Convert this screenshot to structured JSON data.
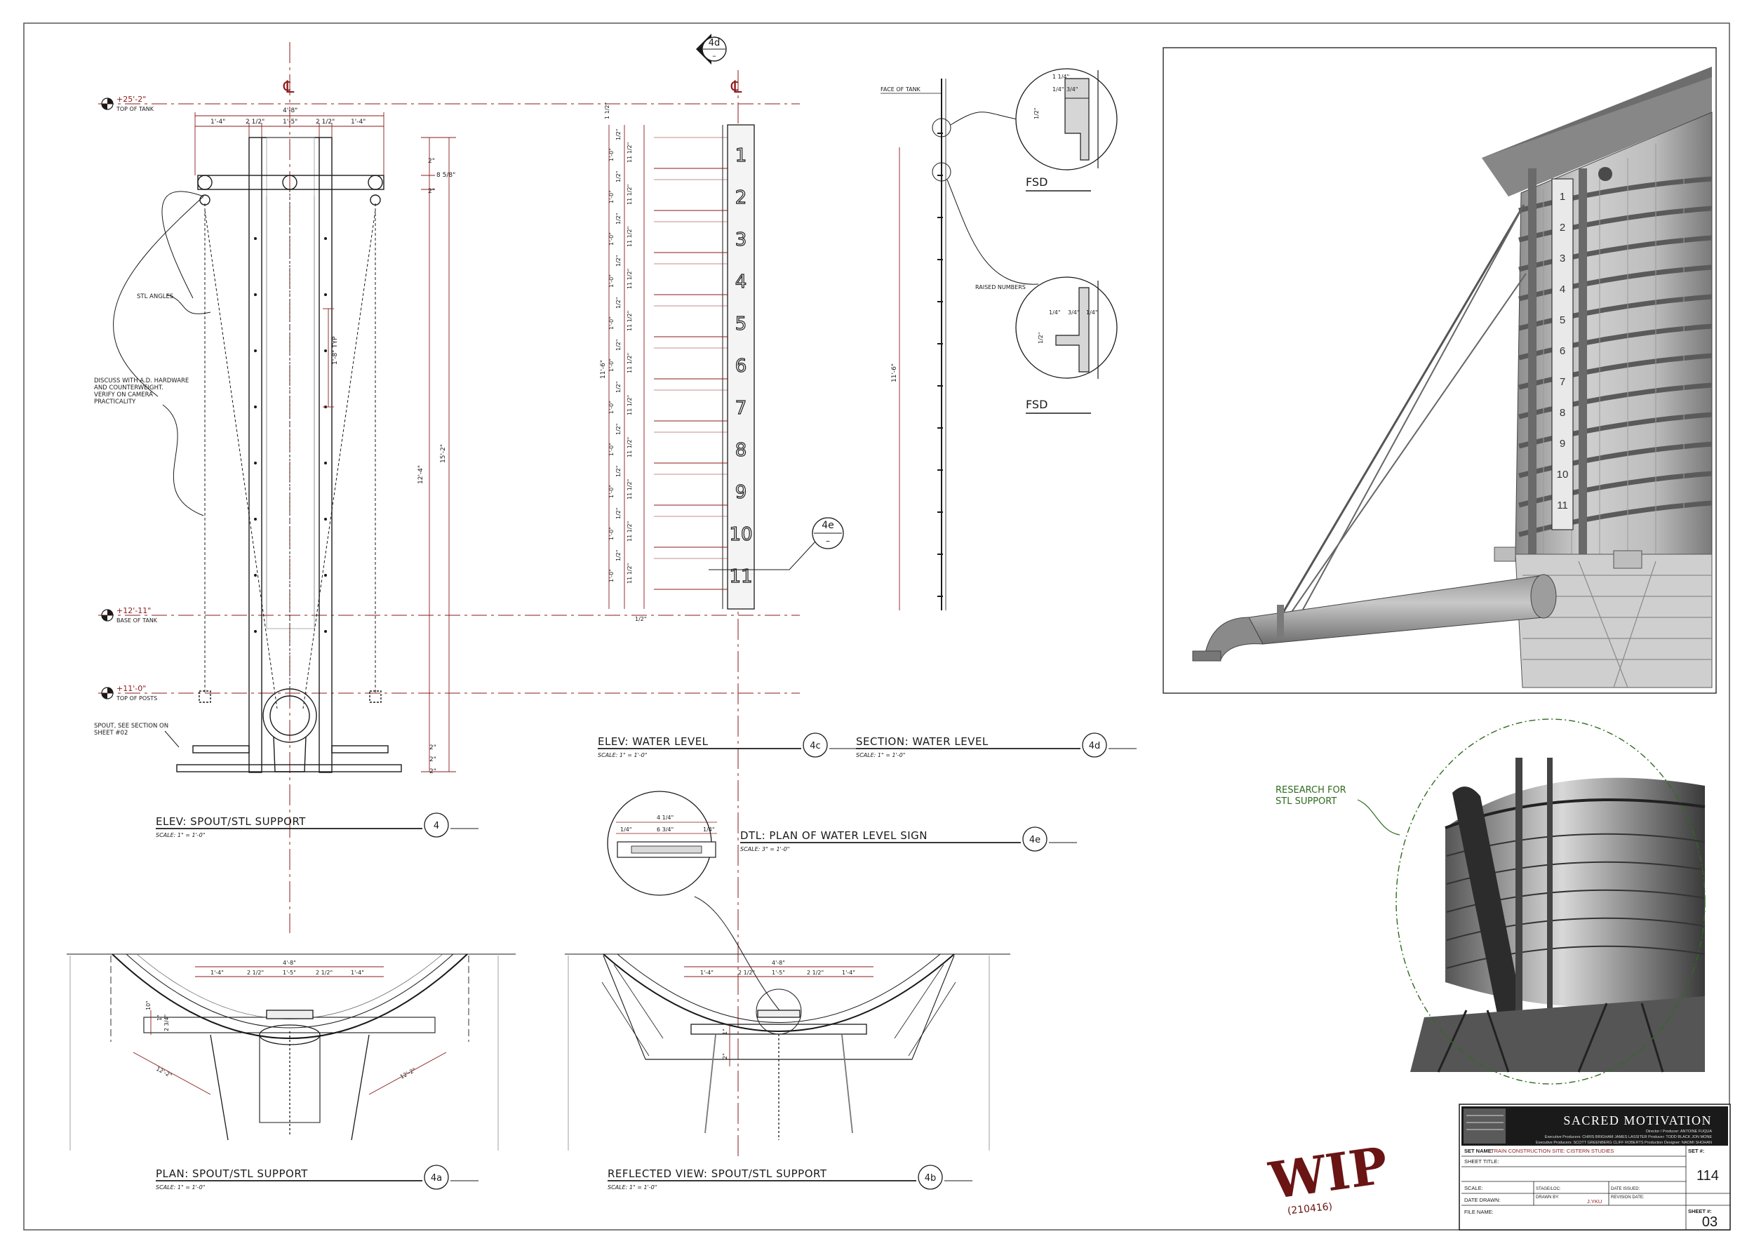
{
  "colors": {
    "ink": "#1a1a1a",
    "dim": "#8b1a1a",
    "green": "#2f6b1f",
    "wip": "#6a1414",
    "paper": "#ffffff",
    "photo_bg": "#d9d9d9"
  },
  "levels": {
    "top_tank": {
      "elev": "+25'-2\"",
      "label": "TOP OF TANK"
    },
    "base_tank": {
      "elev": "+12'-11\"",
      "label": "BASE OF TANK"
    },
    "top_posts": {
      "elev": "+11'-0\"",
      "label": "TOP OF POSTS"
    }
  },
  "cl_symbol": "℄",
  "elev4": {
    "top_dims": [
      "4'-8\"",
      "1'-4\"",
      "2 1/2\"",
      "1'-5\"",
      "2 1/2\"",
      "1'-4\""
    ],
    "right_dims": [
      "2\"",
      "8 5/8\"",
      "2\"",
      "12'-4\"",
      "15'-2\"",
      "2\"",
      "2\"",
      "2\""
    ],
    "typ": "1'-8\" TYP",
    "note_angles": "STL ANGLES",
    "note_discuss": [
      "DISCUSS WITH A.D. HARDWARE",
      "AND COUNTERWEIGHT.",
      "VERIFY ON CAMERA",
      "PRACTICALITY"
    ],
    "note_spout": [
      "SPOUT, SEE SECTION ON",
      "SHEET #02"
    ]
  },
  "elev4c": {
    "numbers": [
      "1",
      "2",
      "3",
      "4",
      "5",
      "6",
      "7",
      "8",
      "9",
      "10",
      "11"
    ],
    "left_dim": "11'-6\"",
    "top_dim": "1 1/2\"",
    "bottom_dim": "1/2\"",
    "foot": "1'-0\"",
    "inch": "11 1/2\"",
    "callout_num": "4e",
    "callout_sub": "–"
  },
  "sect4d": {
    "face_label": "FACE OF TANK",
    "height_dim": "11'-6\"",
    "callout_top": "4d",
    "callout_top_sub": "–"
  },
  "fsd1": {
    "label": "FSD",
    "dims": [
      "1 1/4\"",
      "3/4\"",
      "1/4\"",
      "1/2\""
    ]
  },
  "fsd2": {
    "label": "FSD",
    "note": "RAISED NUMBERS",
    "dims": [
      "1/4\"",
      "3/4\"",
      "1/4\"",
      "1/2\""
    ]
  },
  "detail4e_circle": {
    "dims": [
      "4 1/4\"",
      "1/4\"",
      "6 3/4\"",
      "1/4\""
    ]
  },
  "plan_dims": {
    "overall": "4'-8\"",
    "parts": [
      "1'-4\"",
      "2 1/2\"",
      "1'-5\"",
      "2 1/2\"",
      "1'-4\""
    ],
    "diag": "12'-2\"",
    "left_v": [
      "10\"",
      "1\"",
      "2 3/4\""
    ]
  },
  "refl_dims": {
    "overall": "4'-8\"",
    "parts": [
      "1'-4\"",
      "2 1/2\"",
      "1'-5\"",
      "2 1/2\"",
      "1'-4\""
    ],
    "left_v": [
      "1\"",
      "2\""
    ]
  },
  "titles": [
    {
      "id": "t4",
      "title": "ELEV:  SPOUT/STL SUPPORT",
      "scale": "SCALE:  1\" = 1'-0\"",
      "num": "4"
    },
    {
      "id": "t4c",
      "title": "ELEV:  WATER LEVEL",
      "scale": "SCALE:  1\" = 1'-0\"",
      "num": "4c"
    },
    {
      "id": "t4d",
      "title": "SECTION:  WATER LEVEL",
      "scale": "SCALE:  1\" = 1'-0\"",
      "num": "4d"
    },
    {
      "id": "t4e",
      "title": "DTL: PLAN OF WATER LEVEL SIGN",
      "scale": "SCALE:  3\" = 1'-0\"",
      "num": "4e"
    },
    {
      "id": "t4a",
      "title": "PLAN:  SPOUT/STL SUPPORT",
      "scale": "SCALE:  1\" = 1'-0\"",
      "num": "4a"
    },
    {
      "id": "t4b",
      "title": "REFLECTED VIEW:  SPOUT/STL SUPPORT",
      "scale": "SCALE:  1\" = 1'-0\"",
      "num": "4b"
    }
  ],
  "render_numbers": [
    "1",
    "2",
    "3",
    "4",
    "5",
    "6",
    "7",
    "8",
    "9",
    "10",
    "11"
  ],
  "research_note": [
    "RESEARCH FOR",
    "STL SUPPORT"
  ],
  "wip": {
    "stamp": "WIP",
    "date": "(210416)"
  },
  "title_block": {
    "company": "SACRED MOTIVATION",
    "credit1": "Director / Producer:  ANTOINE FUQUA",
    "credit2": "Executive Producers:  CHRIS BRIGHAM  JAMES LASSITER     Producer:  TODD BLACK  JON MONE",
    "credit3": "Executive Producers:  SCOTT GREENBERG  CLIFF ROBERTS   Production Designer:  NAOMI SHOHAN",
    "set_name_label": "SET NAME:",
    "set_name": "TRAIN CONSTRUCTION SITE: CISTERN STUDIES",
    "set_num_label": "SET #:",
    "set_num": "114",
    "sheet_title_label": "SHEET TITLE:",
    "scale_label": "SCALE:",
    "stage_label": "STAGE/LOC:",
    "date_issued_label": "DATE ISSUED:",
    "date_drawn_label": "DATE DRAWN:",
    "drawn_by_label": "DRAWN BY:",
    "drawn_by": "J.YKU",
    "revision_label": "REVISION DATE:",
    "file_name_label": "FILE NAME:",
    "sheet_num_label": "SHEET #:",
    "sheet_num": "03"
  }
}
